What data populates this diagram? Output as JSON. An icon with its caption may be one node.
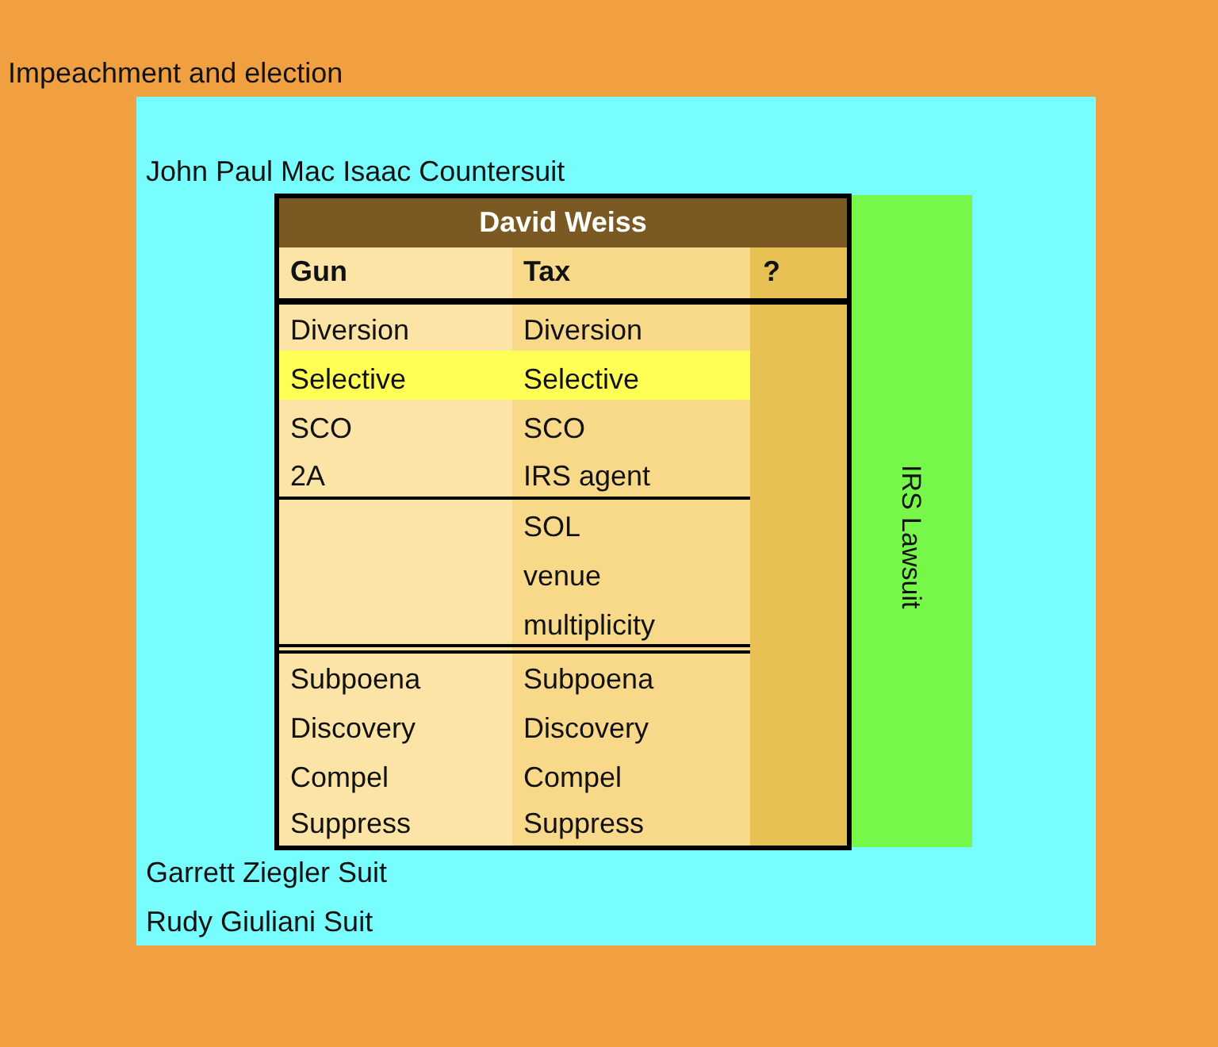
{
  "diagram": {
    "nodes": [
      {
        "text": [
          "Impeachment and election"
        ]
      },
      {
        "text": [
          "John Paul Mac Isaac Countersuit",
          "Garrett Ziegler Suit",
          "Rudy Giuliani Suit"
        ],
        "in": 0
      },
      {
        "text": [
          "IRS Lawsuit"
        ],
        "in": 1
      },
      {
        "text": [
          "David Weiss"
        ],
        "in": 1
      }
    ],
    "labels": [
      "Gun",
      "Tax",
      "?",
      "Diversion",
      "Diversion",
      "Selective",
      "Selective",
      "SCO",
      "SCO",
      "2A",
      "IRS agent",
      "SOL",
      "venue",
      "multiplicity",
      "Subpoena",
      "Subpoena",
      "Discovery",
      "Discovery",
      "Compel",
      "Compel",
      "Suppress",
      "Suppress"
    ]
  }
}
